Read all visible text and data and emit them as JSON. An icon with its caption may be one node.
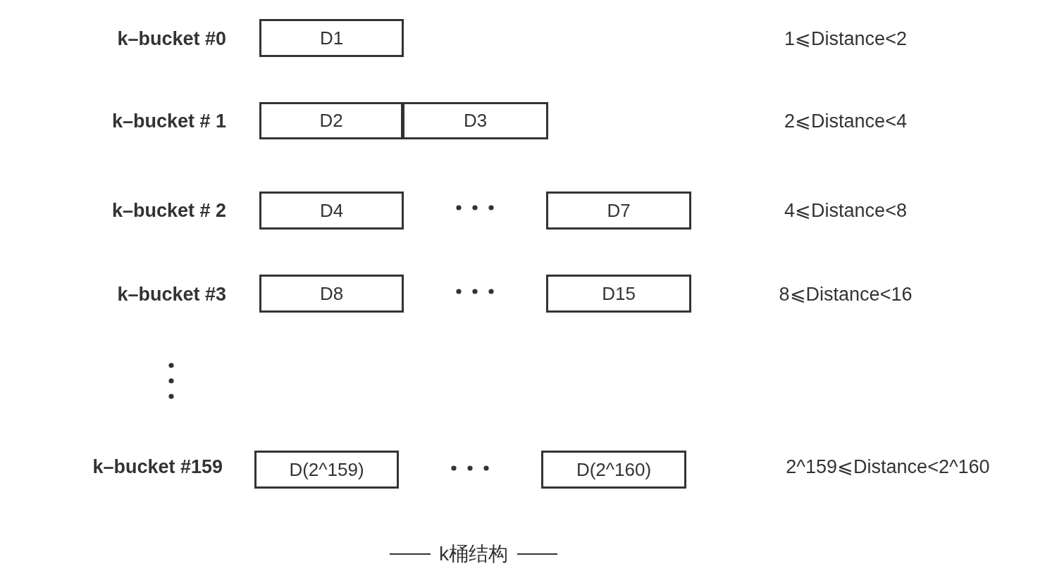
{
  "diagram": {
    "caption": "k桶结构",
    "nodes": [
      {
        "text": [
          "D1"
        ]
      },
      {
        "text": [
          "D2"
        ]
      },
      {
        "text": [
          "D3"
        ]
      },
      {
        "text": [
          "D4"
        ]
      },
      {
        "text": [
          "D7"
        ]
      },
      {
        "text": [
          "D8"
        ]
      },
      {
        "text": [
          "D15"
        ]
      },
      {
        "text": [
          "D(2^159)"
        ]
      },
      {
        "text": [
          "D(2^160)"
        ]
      }
    ],
    "labels": [
      "k–bucket #0",
      "1⩽Distance<2",
      "k–bucket # 1",
      "2⩽Distance<4",
      "k–bucket # 2",
      "4⩽Distance<8",
      "k–bucket #3",
      "8⩽Distance<16",
      "k–bucket #159",
      "2^159⩽Distance<2^160"
    ]
  }
}
